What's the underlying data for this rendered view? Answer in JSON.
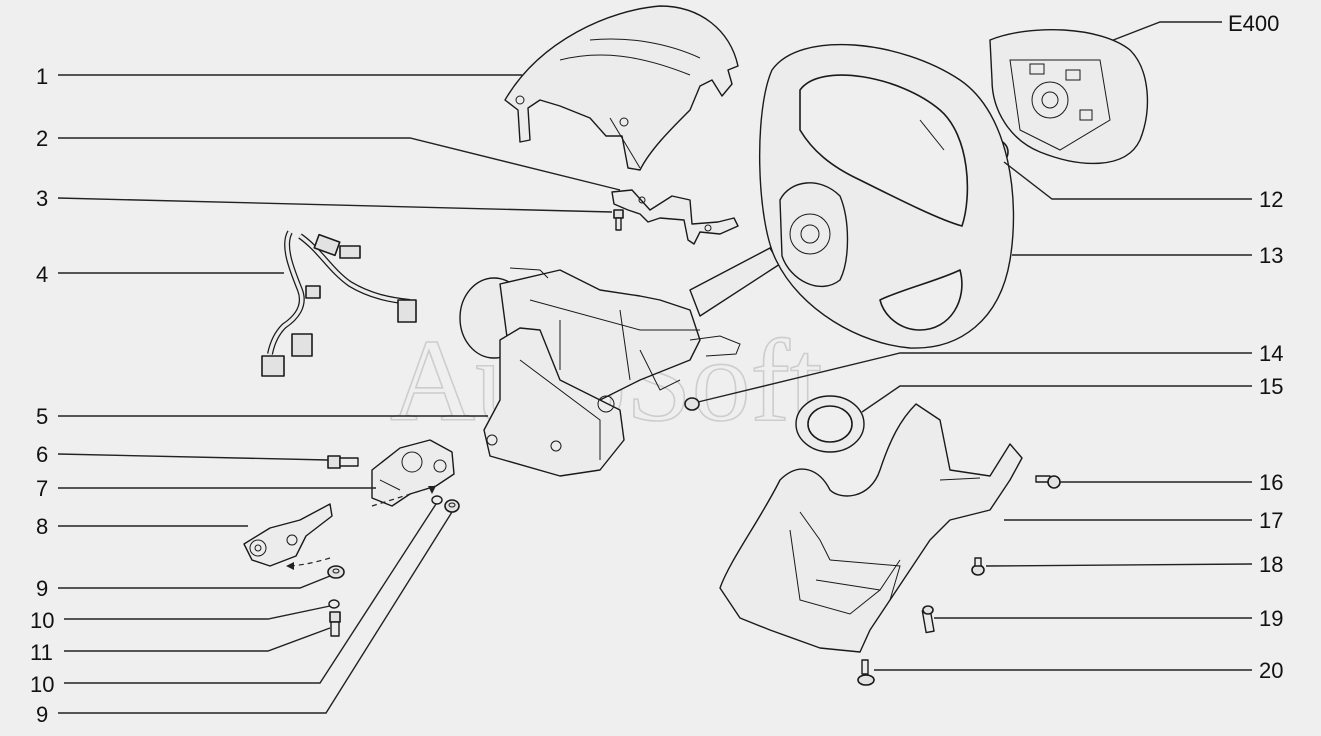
{
  "diagram_id": "E400",
  "watermark": "AutoSoft",
  "callouts": {
    "c1": "1",
    "c2": "2",
    "c3": "3",
    "c4": "4",
    "c5": "5",
    "c6": "6",
    "c7": "7",
    "c8": "8",
    "c9a": "9",
    "c10a": "10",
    "c11": "11",
    "c10b": "10",
    "c9b": "9",
    "c12": "12",
    "c13": "13",
    "c14": "14",
    "c15": "15",
    "c16": "16",
    "c17": "17",
    "c18": "18",
    "c19": "19",
    "c20": "20"
  }
}
